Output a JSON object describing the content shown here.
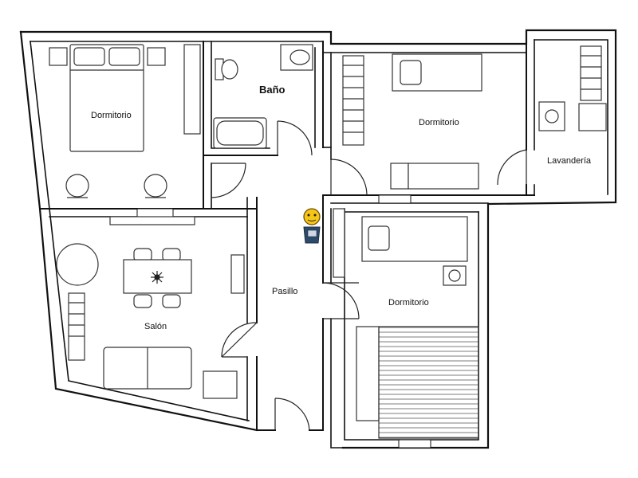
{
  "rooms": {
    "dormitorio_1": "Dormitorio",
    "bano": "Baño",
    "dormitorio_2": "Dormitorio",
    "lavanderia": "Lavandería",
    "salon": "Salón",
    "pasillo": "Pasillo",
    "dormitorio_3": "Dormitorio"
  },
  "colors": {
    "wall": "#111111",
    "furniture_stroke": "#333333",
    "marker_yellow": "#f5c518"
  },
  "icons": [
    "person-marker-icon",
    "flower-centerpiece-icon"
  ]
}
